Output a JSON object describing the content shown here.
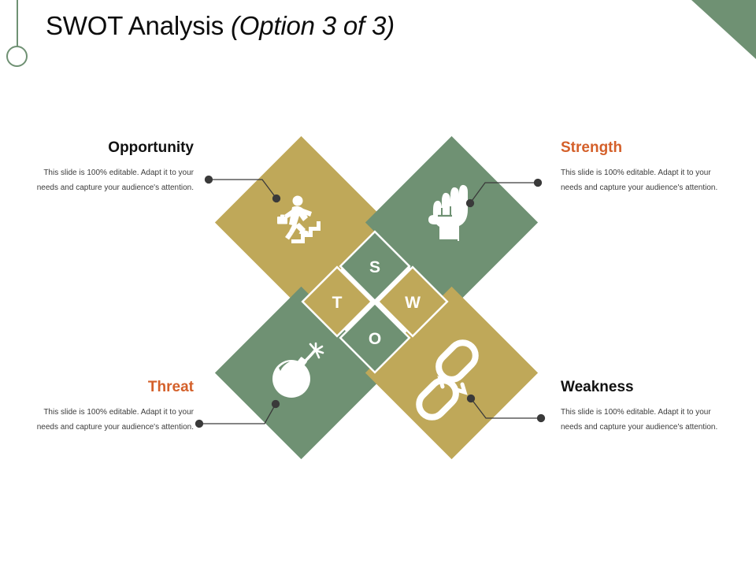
{
  "slide": {
    "title_main": "SWOT Analysis ",
    "title_sub": "(Option 3 of 3)",
    "background_color": "#ffffff"
  },
  "theme": {
    "green": "#6F9173",
    "gold": "#BFA859",
    "accent_orange": "#D4602A",
    "dark_text": "#111111",
    "body_text": "#3c3c3c",
    "connector": "#3a3a3a",
    "icon_fill": "#ffffff"
  },
  "decor": {
    "corner_triangle": "corner-triangle-green",
    "pin_line": "vertical-line",
    "pin_ring": "circle-outline"
  },
  "quadrants": [
    {
      "key": "opportunity",
      "heading": "Opportunity",
      "body": "This slide is 100% editable. Adapt it to your needs and capture your audience's attention.",
      "heading_color": "#111111",
      "tile_color": "#BFA859",
      "icon": "running-businessman-stairs-icon",
      "letter": "T",
      "letter_tile_color": "#BFA859",
      "align": "right",
      "position": "top-left"
    },
    {
      "key": "strength",
      "heading": "Strength",
      "body": "This slide is 100% editable. Adapt it to your needs and capture your audience's attention.",
      "heading_color": "#D4602A",
      "tile_color": "#6F9173",
      "icon": "raised-fist-icon",
      "letter": "S",
      "letter_tile_color": "#6F9173",
      "align": "left",
      "position": "top-right"
    },
    {
      "key": "threat",
      "heading": "Threat",
      "body": "This slide is 100% editable. Adapt it to your needs and capture your audience's attention.",
      "heading_color": "#D4602A",
      "tile_color": "#6F9173",
      "icon": "bomb-icon",
      "letter": "O",
      "letter_tile_color": "#6F9173",
      "align": "right",
      "position": "bottom-left"
    },
    {
      "key": "weakness",
      "heading": "Weakness",
      "body": "This slide is 100% editable. Adapt it to your needs and capture your audience's attention.",
      "heading_color": "#111111",
      "tile_color": "#BFA859",
      "icon": "broken-chain-link-icon",
      "letter": "W",
      "letter_tile_color": "#BFA859",
      "align": "left",
      "position": "bottom-right"
    }
  ],
  "center_letters": {
    "top": "S",
    "left": "T",
    "right": "W",
    "bottom": "O"
  }
}
